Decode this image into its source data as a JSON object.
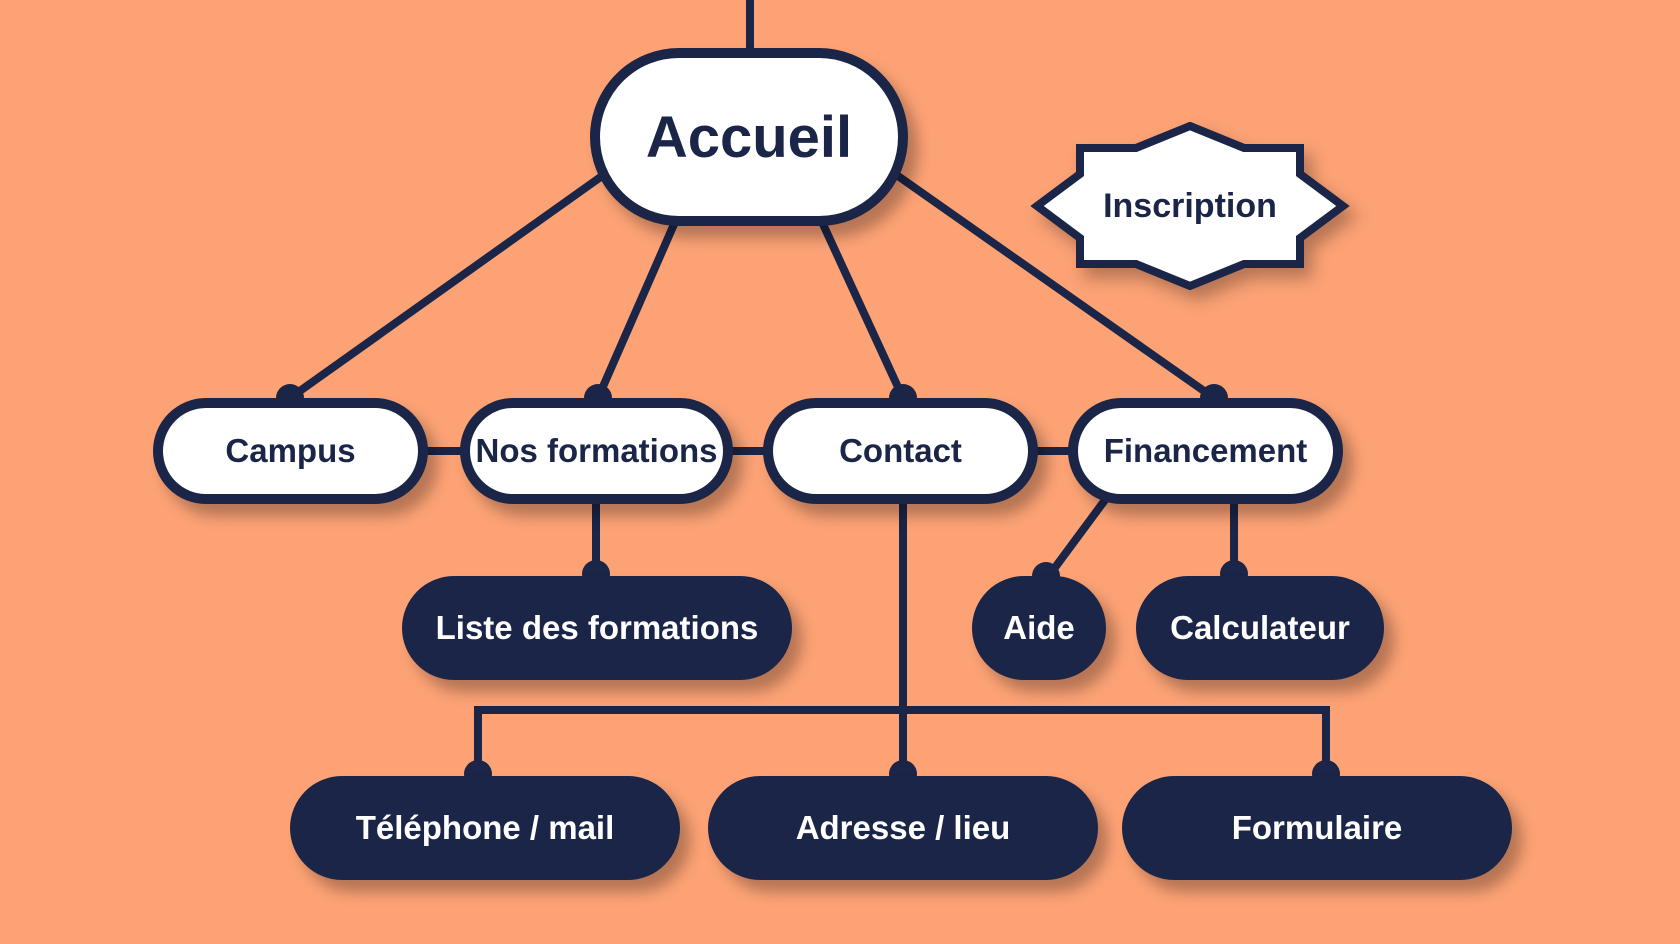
{
  "nodes": {
    "accueil": "Accueil",
    "inscription": "Inscription",
    "campus": "Campus",
    "nos_formations": "Nos formations",
    "contact": "Contact",
    "financement": "Financement",
    "liste_des_formations": "Liste des formations",
    "aide": "Aide",
    "calculateur": "Calculateur",
    "telephone_mail": "Téléphone / mail",
    "adresse_lieu": "Adresse / lieu",
    "formulaire": "Formulaire"
  },
  "colors": {
    "background": "#fca275",
    "navy": "#1b2547",
    "white": "#ffffff"
  }
}
